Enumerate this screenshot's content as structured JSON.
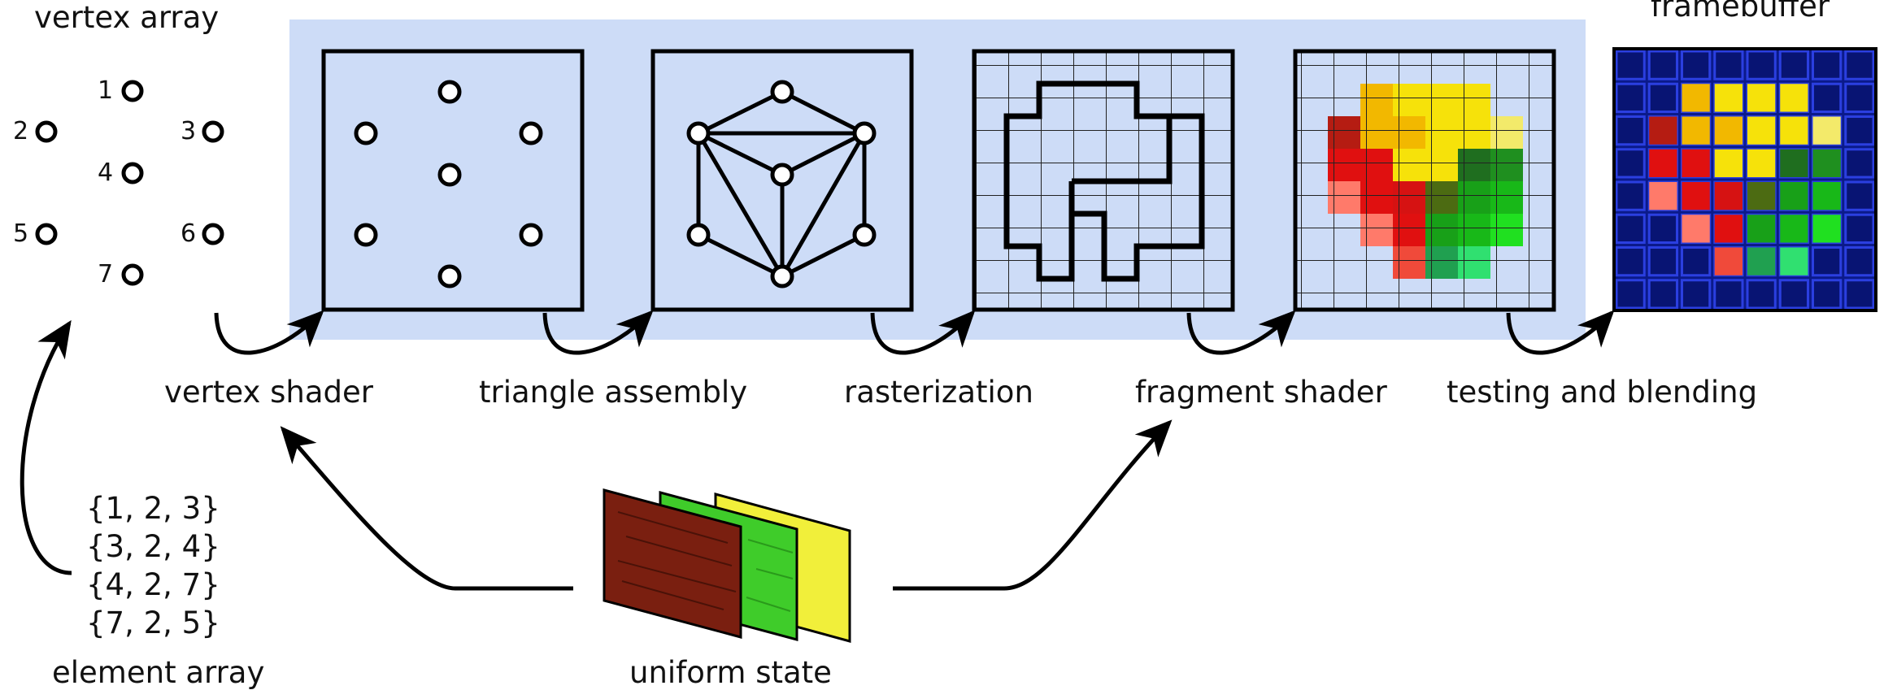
{
  "titles": {
    "vertex_array": "vertex array",
    "framebuffer": "framebuffer",
    "element_array": "element array",
    "uniform_state": "uniform state"
  },
  "stages": [
    {
      "label": "vertex shader"
    },
    {
      "label": "triangle assembly"
    },
    {
      "label": "rasterization"
    },
    {
      "label": "fragment shader"
    },
    {
      "label": "testing and blending"
    }
  ],
  "vertices": [
    "1",
    "2",
    "3",
    "4",
    "5",
    "6",
    "7"
  ],
  "element_array": [
    "{1, 2, 3}",
    "{3, 2, 4}",
    "{4, 2, 7}",
    "{7, 2, 5}"
  ],
  "colors": {
    "pipeline_bg": "#cddcf7",
    "framebuffer_bg": "#0b1a8a",
    "framebuffer_grid": "#2b3fe0",
    "texture_red": "#7a1f10",
    "texture_green": "#3fcc2a",
    "texture_yellow": "#f1ef3a"
  }
}
